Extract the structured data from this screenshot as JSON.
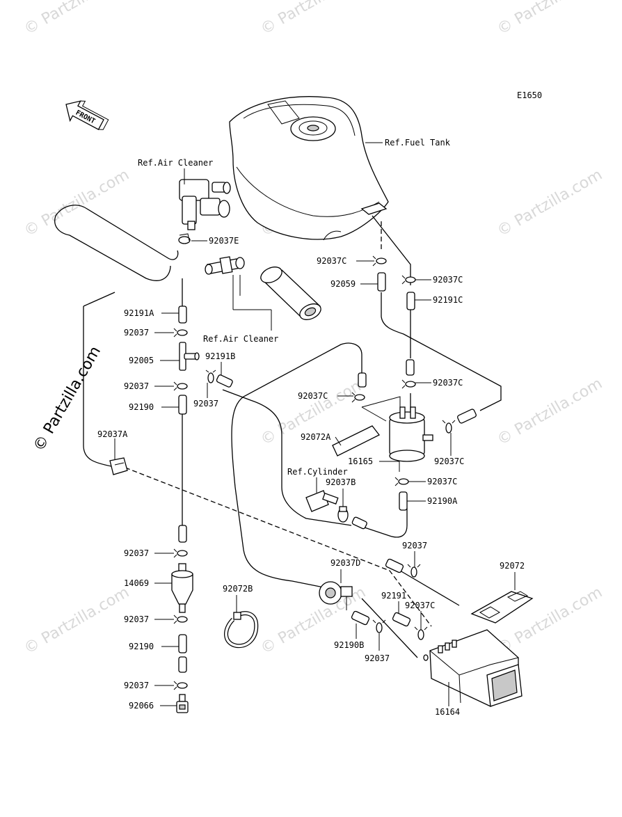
{
  "diagram": {
    "code": "E1650",
    "front_label": "FRONT",
    "watermark": "© Partzilla.com",
    "side_watermark": "© Partzilla.com",
    "labels": {
      "ref_air_cleaner_top": "Ref.Air Cleaner",
      "ref_fuel_tank": "Ref.Fuel Tank",
      "ref_air_cleaner_mid": "Ref.Air Cleaner",
      "ref_cylinder": "Ref.Cylinder",
      "p92037E": "92037E",
      "p92037C_a": "92037C",
      "p92037C_b": "92037C",
      "p92059": "92059",
      "p92191C": "92191C",
      "p92191A": "92191A",
      "p92037_a": "92037",
      "p92005": "92005",
      "p92037_b": "92037",
      "p92190_a": "92190",
      "p92191B": "92191B",
      "p92037_c": "92037",
      "p92037C_c": "92037C",
      "p92037C_d": "92037C",
      "p92037A": "92037A",
      "p92072A": "92072A",
      "p16165": "16165",
      "p92037C_e": "92037C",
      "p92037B": "92037B",
      "p92037C_f": "92037C",
      "p92190A": "92190A",
      "p92037_d": "92037",
      "p92037_e": "92037",
      "p92037D": "92037D",
      "p92072": "92072",
      "p14069": "14069",
      "p92072B": "92072B",
      "p92191": "92191",
      "p92037C_g": "92037C",
      "p92037_f": "92037",
      "p92190B": "92190B",
      "p92037_g": "92037",
      "p92190_b": "92190",
      "p92037_h": "92037",
      "p92066": "92066",
      "p16164": "16164"
    }
  }
}
